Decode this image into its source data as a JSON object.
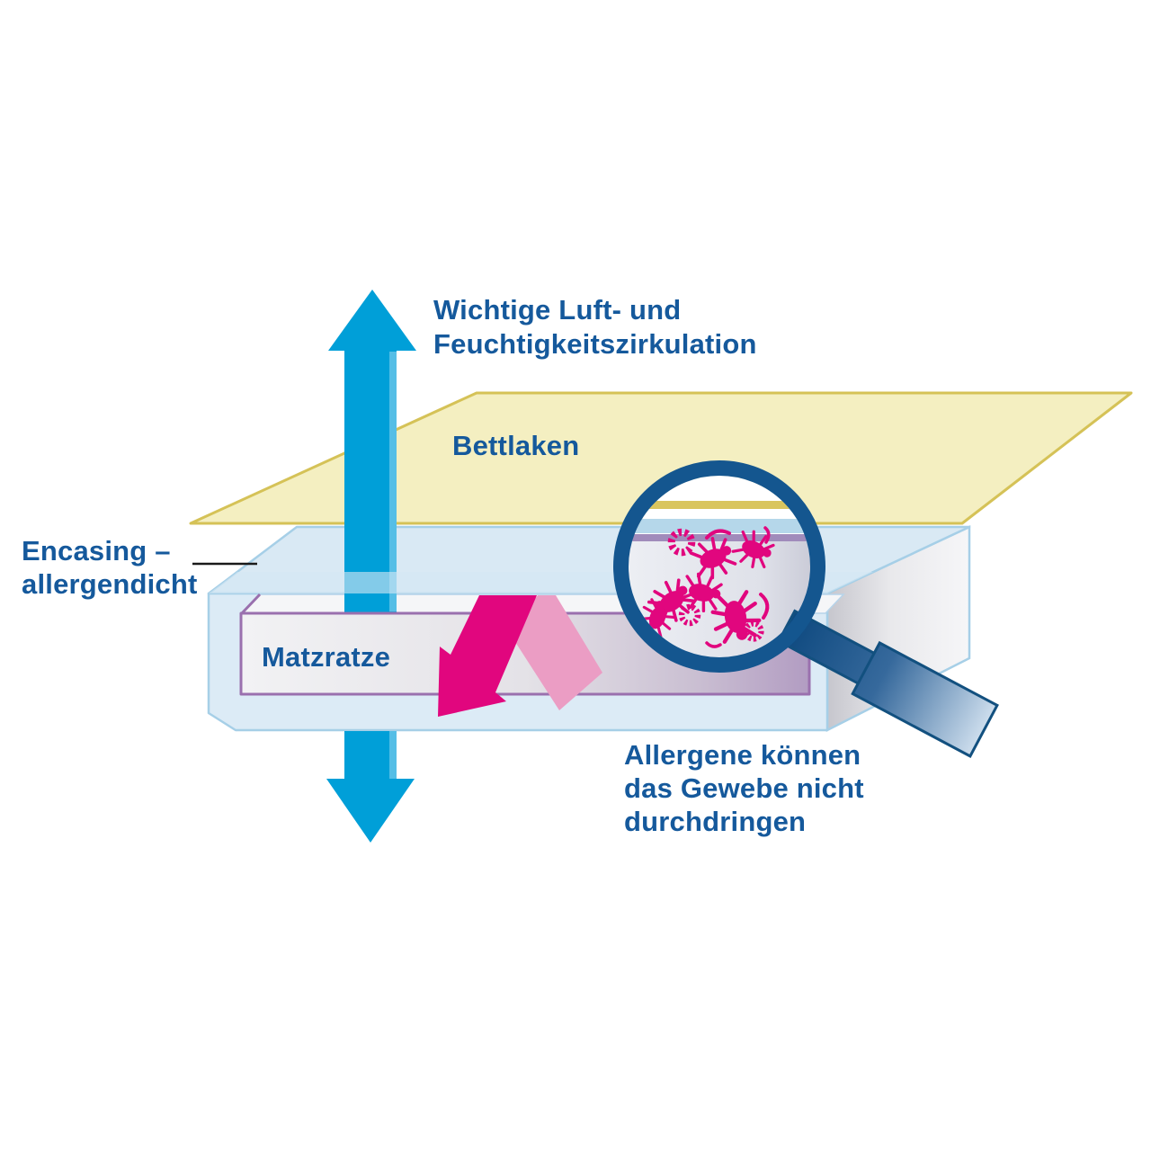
{
  "labels": {
    "circulation_line1": "Wichtige Luft- und",
    "circulation_line2": "Feuchtigkeitszirkulation",
    "sheet": "Bettlaken",
    "encasing_line1": "Encasing –",
    "encasing_line2": "allergendicht",
    "mattress": "Matzratze",
    "allergens_line1": "Allergene können",
    "allergens_line2": "das Gewebe nicht",
    "allergens_line3": "durchdringen"
  },
  "colors": {
    "label_text": "#15599c",
    "arrow_cyan": "#009fd8",
    "arrow_cyan_light": "#5ec1e8",
    "sheet_fill": "#f4efc1",
    "sheet_border": "#d5c257",
    "encasing_fill": "#dcebf6",
    "encasing_top_fill": "#d9e9f4",
    "encasing_border": "#a6cfe7",
    "mattress_border": "#9a70ae",
    "mattress_top_fill": "#f5f6f8",
    "magenta": "#e1067e",
    "pink_light": "#eb9dc4",
    "lens_ring": "#14568f",
    "callout_line": "#1a1a1a",
    "lens_band_yellow": "#d9c55e",
    "lens_band_blue": "#b5d7ea",
    "lens_band_purple": "#a08bbb"
  }
}
